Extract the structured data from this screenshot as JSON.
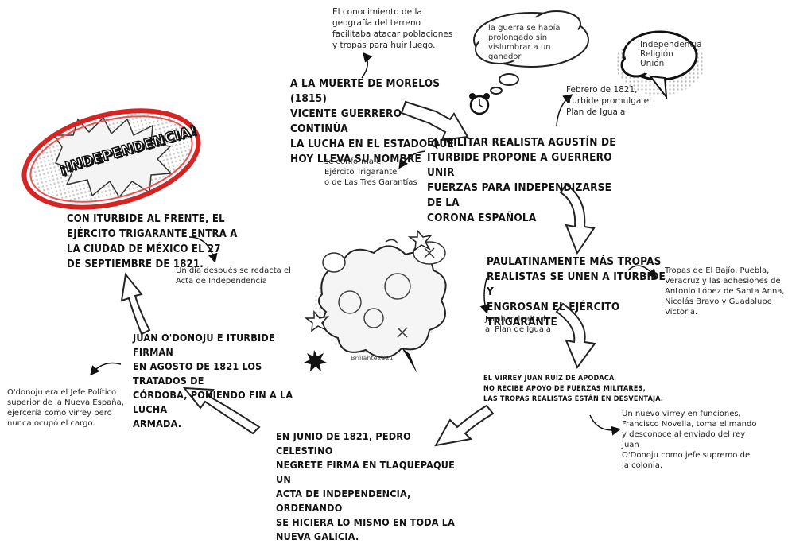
{
  "title_badge": "¡INDEPENDENCIA!",
  "nodes": {
    "morelos": "A LA MUERTE DE MORELOS (1815)\nVICENTE GUERRERO CONTINÚA\nLA LUCHA EN EL ESTADO QUE\nHOY LLEVA SU NOMBRE",
    "iturbide_propone": "EL MILITAR REALISTA AGUSTÍN DE\nITURBIDE PROPONE A GUERRERO UNIR\nFUERZAS PARA INDEPENDIZARSE DE LA\nCORONA ESPAÑOLA",
    "paulatinamente": "PAULATINAMENTE MÁS TROPAS\nREALISTAS SE UNEN A ITURBIDE Y\nENGROSAN EL EJÉRCITO TRIGARANTE",
    "virrey_apodaca": "EL VIRREY JUAN RUÍZ DE APODACA\nNO RECIBE APOYO DE FUERZAS MILITARES,\nLAS TROPAS REALISTAS ESTÁN EN DESVENTAJA.",
    "negrete": "EN JUNIO DE 1821, PEDRO CELESTINO\nNEGRETE FIRMA EN TLAQUEPAQUE UN\nACTA DE INDEPENDENCIA, ORDENANDO\nSE HICIERA LO MISMO EN TODA LA\nNUEVA GALICIA.",
    "odonoju": "JUAN O'DONOJU E ITURBIDE FIRMAN\nEN AGOSTO DE 1821 LOS TRATADOS DE\nCÓRDOBA, PONIENDO FIN A LA LUCHA\nARMADA.",
    "entrada": "CON ITURBIDE AL FRENTE, EL\nEJÉRCITO TRIGARANTE ENTRA A\nLA CIUDAD DE MÉXICO EL 27\nDE SEPTIEMBRE DE 1821."
  },
  "notes": {
    "geografia": "El conocimiento de la\ngeografía del terreno\nfacilitaba atacar poblaciones\ny tropas para huir luego.",
    "guerra_cloud": "la guerra se había\nprolongado sin\nvislumbrar a un ganador",
    "garantias_cloud": "Independencia\nReligión\nUnión",
    "plan_iguala": "Febrero de 1821,\nIturbide promulga el\nPlan de Iguala",
    "trigarante": "se conforma el\nEjército Trigarante\no de Las Tres Garantías",
    "tropas_bajio": "Tropas de El Bajío, Puebla,\nVeracruz y las adhesiones de\nAntonio López de Santa Anna,\nNicolás Bravo y Guadalupe\nVictoria.",
    "juraban": "Juraban lealtad\nal Plan de Iguala",
    "novella": "Un nuevo virrey en funciones,\nFrancisco Novella, toma el mando\ny desconoce al enviado del rey Juan\nO'Donoju como jefe supremo de\nla colonia.",
    "jefe_politico": "O'donoju era el Jefe Político\nsuperior de la Nueva España,\nejercería como virrey pero\nnunca ocupó el cargo.",
    "acta": "Un día después se redacta el\nActa de Independencia"
  },
  "signature": "Brillante2021"
}
